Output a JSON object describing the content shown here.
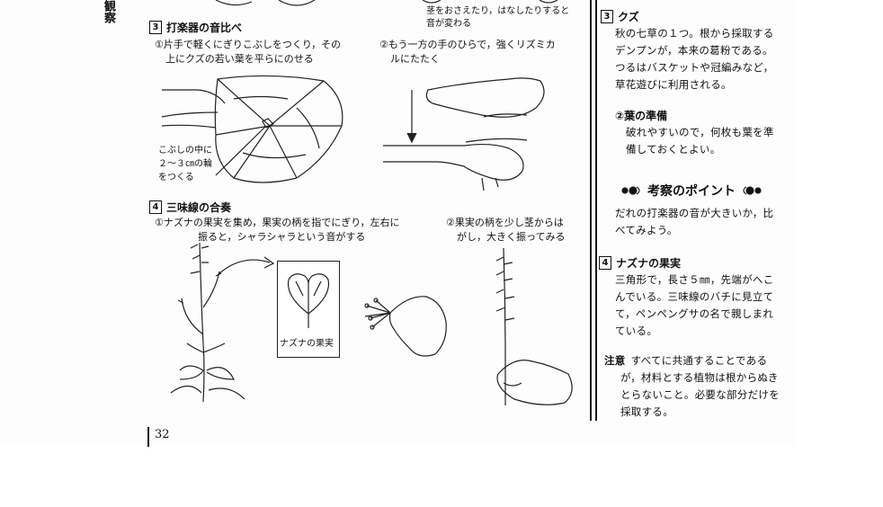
{
  "side_label": "観察",
  "section3": {
    "num": "3",
    "title": "打楽器の音比べ",
    "step1": [
      "①片手で軽くにぎりこぶしをつくり，その",
      "上にクズの若い葉を平らにのせる"
    ],
    "step2": [
      "②もう一方の手のひらで，強くリズミカ",
      "ルにたたく"
    ],
    "note": [
      "こぶしの中に",
      "２～３㎝の輪",
      "をつくる"
    ],
    "top_caption": [
      "茎をおさえたり，はなしたりすると",
      "音が変わる"
    ]
  },
  "section4": {
    "num": "4",
    "title": "三味線の合奏",
    "step1": [
      "①ナズナの果実を集め，果実の柄を指でにぎり，左右に",
      "振ると，シャラシャラという音がする"
    ],
    "step2": [
      "②果実の柄を少し茎からは",
      "がし，大きく振ってみる"
    ],
    "fruit_label": "ナズナの果実"
  },
  "page_number": "32",
  "sidebar": {
    "kuzu": {
      "num": "3",
      "title": "クズ",
      "lines": [
        "秋の七草の１つ。根から採取する",
        "デンプンが，本来の葛粉である。",
        "つるはバスケットや冠編みなど，",
        "草花遊びに利用される。"
      ]
    },
    "leaf_prep": {
      "title": "②葉の準備",
      "lines": [
        "破れやすいので，何枚も葉を準",
        "備しておくとよい。"
      ]
    },
    "points": {
      "title": "考察のポイント",
      "lines": [
        "だれの打楽器の音が大きいか，比",
        "べてみよう。"
      ]
    },
    "nazuna": {
      "num": "4",
      "title": "ナズナの果実",
      "lines": [
        "三角形で，長さ５㎜，先端がへこ",
        "んでいる。三味線のバチに見立て",
        "て，ペンペングサの名で親しまれ",
        "ている。"
      ]
    },
    "caution": {
      "label": "注意",
      "lines": [
        "すべてに共通することである",
        "が，材料とする植物は根からぬき",
        "とらないこと。必要な部分だけを",
        "採取する。"
      ]
    }
  }
}
